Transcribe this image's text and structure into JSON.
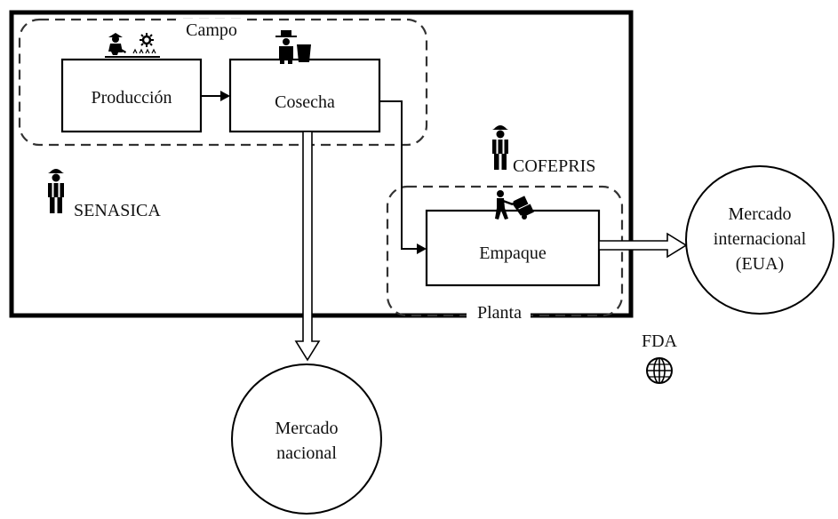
{
  "zones": {
    "campo": "Campo",
    "planta": "Planta"
  },
  "nodes": {
    "produccion": "Producción",
    "cosecha": "Cosecha",
    "empaque": "Empaque"
  },
  "markets": {
    "internacional": [
      "Mercado",
      "internacional",
      "(EUA)"
    ],
    "nacional": [
      "Mercado",
      "nacional"
    ]
  },
  "agencies": {
    "senasica": "SENASICA",
    "cofepris": "COFEPRIS",
    "fda": "FDA"
  },
  "icons": {
    "farmer": "farmer-planting-icon",
    "sun": "sun-icon",
    "harvester": "harvest-worker-icon",
    "packer": "hand-truck-worker-icon",
    "inspector": "inspector-icon",
    "globe": "globe-icon"
  }
}
